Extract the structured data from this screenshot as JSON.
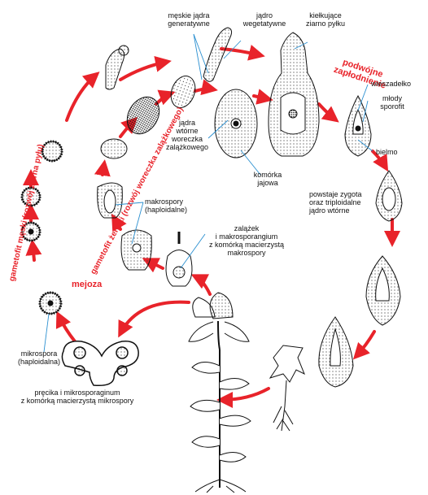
{
  "labels": {
    "meskie_jadra": "męskie jądra\ngeneratywne",
    "jadro_weg": "jądro\nwegetatywne",
    "kielkujace": "kiełkujące\nziarno pyłku",
    "podwojne": "podwójne\nzapłodnienie",
    "wieszadelko": "wieszadełko",
    "mlody_sporofit": "młody\nsporofit",
    "bielmo": "bielmo",
    "jadra_wtorne": "jądra\nwtórne\nworeczka\nzalążkowego",
    "komorka_jajowa": "komórka\njajowa",
    "zygota": "powstaje zygota\noraz triploidalne\njądro wtórne",
    "makrospory": "makrospory\n(haploidalne)",
    "zalazek": "zalążek\ni makrosporangium\nz komórką macierzystą\nmakrospory",
    "mejoza": "mejoza",
    "mikrospora": "mikrospora\n(haploidalna)",
    "precika": "pręcika i mikrosporaginum\nz komórką macierzystą mikrospory",
    "gametofit_meski": "gametofit męski (rozwój ziarna pyłu)",
    "gametofit_zenski": "gametofit żeński (rozwój woreczka zalążkowego)"
  },
  "colors": {
    "arrow": "#e8232a",
    "leader": "#2a8fd0",
    "ink": "#111111"
  }
}
